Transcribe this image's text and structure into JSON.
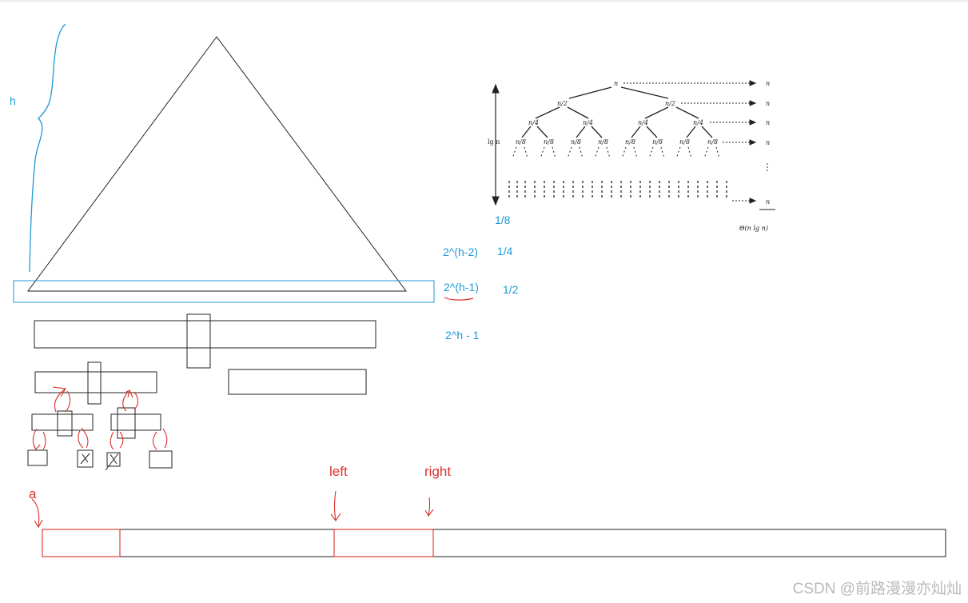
{
  "annotations": {
    "h": "h",
    "level_h2": "2^(h-2)",
    "level_h1": "2^(h-1)",
    "total": "2^h - 1",
    "frac_8": "1/8",
    "frac_4": "1/4",
    "frac_2": "1/2",
    "array_a": "a",
    "left": "left",
    "right": "right"
  },
  "recursion_tree": {
    "root": "n",
    "level1": [
      "n/2",
      "n/2"
    ],
    "level2": [
      "n/4",
      "n/4",
      "n/4",
      "n/4"
    ],
    "level3": [
      "n/8",
      "n/8",
      "n/8",
      "n/8",
      "n/8",
      "n/8",
      "n/8",
      "n/8"
    ],
    "height_label": "lg n",
    "row_costs": [
      "n",
      "n",
      "n",
      "n",
      "n"
    ],
    "total": "Θ(n lg n)"
  },
  "watermark": "CSDN @前路漫漫亦灿灿",
  "colors": {
    "blue": "#1e9ad6",
    "red": "#d9312b",
    "ink": "#222222"
  }
}
